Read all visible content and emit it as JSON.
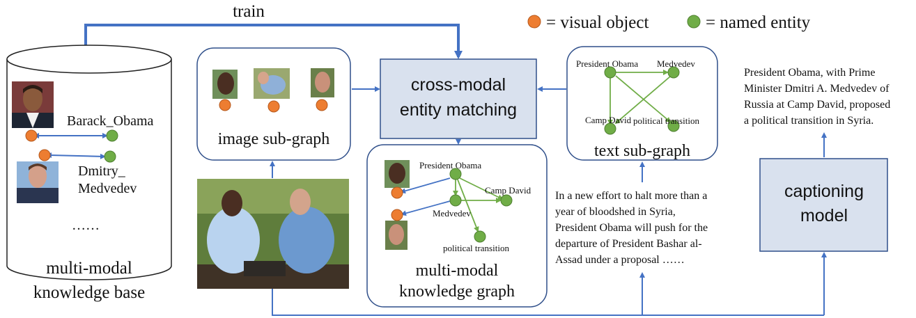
{
  "legend": {
    "visual_label": "= visual object",
    "entity_label": "= named entity",
    "visual_color": "#ed7d31",
    "entity_color": "#70ad47"
  },
  "colors": {
    "blue_line": "#4472c4",
    "green_line": "#70ad47",
    "box_border": "#2f4f8a",
    "box_fill": "#d9e1ee"
  },
  "train_label": "train",
  "knowledge_base": {
    "entity1": "Barack_Obama",
    "entity2_line1": "Dmitry_",
    "entity2_line2": "Medvedev",
    "ellipsis": "……",
    "caption_line1": "multi-modal",
    "caption_line2": "knowledge base"
  },
  "image_subgraph": {
    "label": "image sub-graph"
  },
  "matching": {
    "line1": "cross-modal",
    "line2": "entity matching"
  },
  "text_subgraph": {
    "node_obama": "President Obama",
    "node_medvedev": "Medvedev",
    "node_camp": "Camp David",
    "node_political": "political transition",
    "label": "text sub-graph"
  },
  "mmkg": {
    "node_obama": "President Obama",
    "node_camp": "Camp David",
    "node_medvedev": "Medvedev",
    "node_political": "political transition",
    "label_line1": "multi-modal",
    "label_line2": "knowledge graph"
  },
  "article": {
    "lines": [
      "In a new effort to halt more than a",
      "year of bloodshed in Syria,",
      "President Obama will push for the",
      "departure of President Bashar al-",
      "Assad under a proposal ……"
    ]
  },
  "captioning": {
    "line1": "captioning",
    "line2": "model"
  },
  "output_caption": {
    "lines": [
      "President Obama, with Prime",
      "Minister Dmitri A. Medvedev of",
      "Russia at Camp David, proposed",
      "a political transition in Syria."
    ]
  }
}
